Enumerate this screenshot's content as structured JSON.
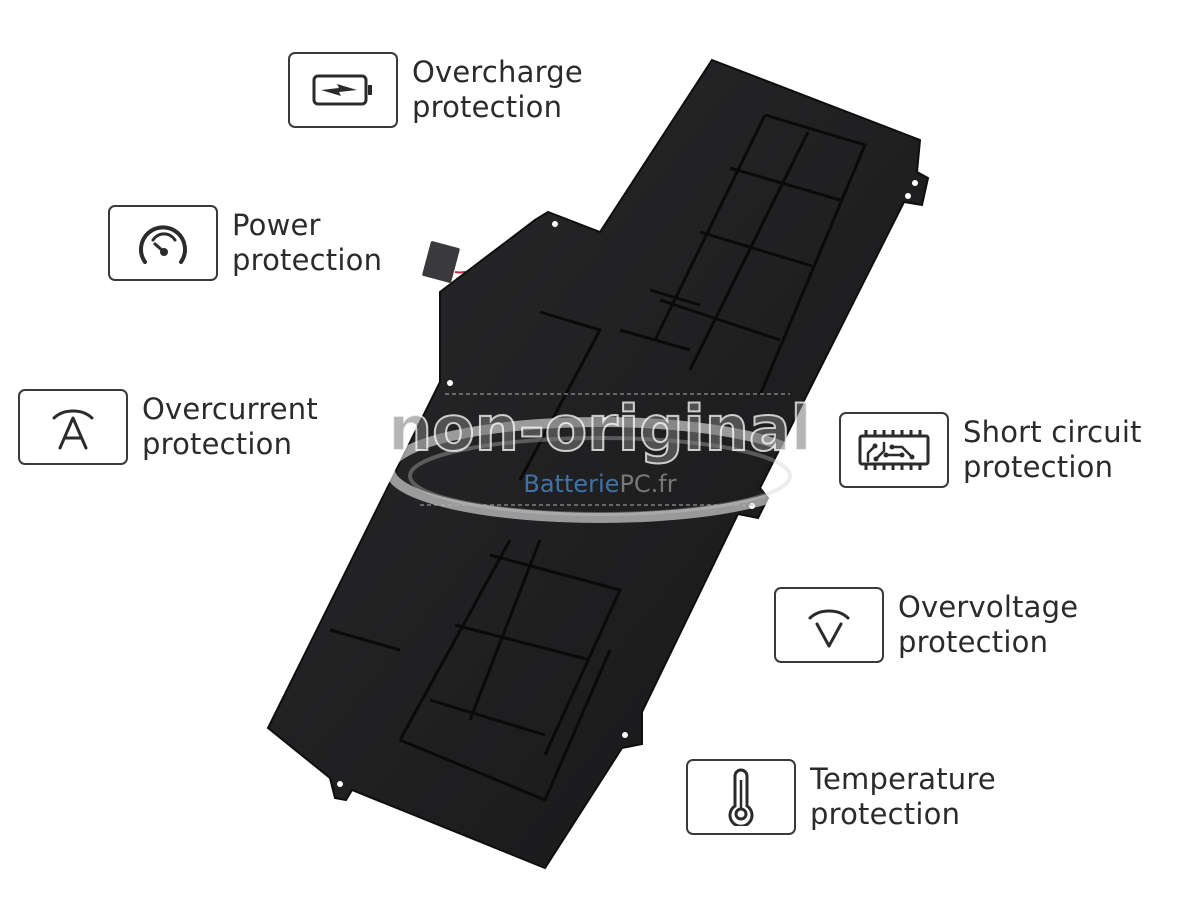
{
  "features": [
    {
      "id": "overcharge",
      "icon": "battery-charging-icon",
      "line1": "Overcharge",
      "line2": "protection"
    },
    {
      "id": "power",
      "icon": "gauge-icon",
      "line1": "Power",
      "line2": "protection"
    },
    {
      "id": "overcurrent",
      "icon": "ampere-icon",
      "line1": "Overcurrent",
      "line2": "protection"
    },
    {
      "id": "short-circuit",
      "icon": "circuit-chip-icon",
      "line1": "Short circuit",
      "line2": "protection"
    },
    {
      "id": "overvoltage",
      "icon": "volt-icon",
      "line1": "Overvoltage",
      "line2": "protection"
    },
    {
      "id": "temperature",
      "icon": "thermometer-icon",
      "line1": "Temperature",
      "line2": "protection"
    }
  ],
  "watermark": {
    "main": "non-original",
    "brand_blue": "Batterie",
    "brand_rest": "PC.fr"
  },
  "colors": {
    "text": "#2b2b2b",
    "icon_border": "#3a3a3a",
    "battery": "#1c1c1e",
    "brand_blue": "#4a8fd4"
  }
}
